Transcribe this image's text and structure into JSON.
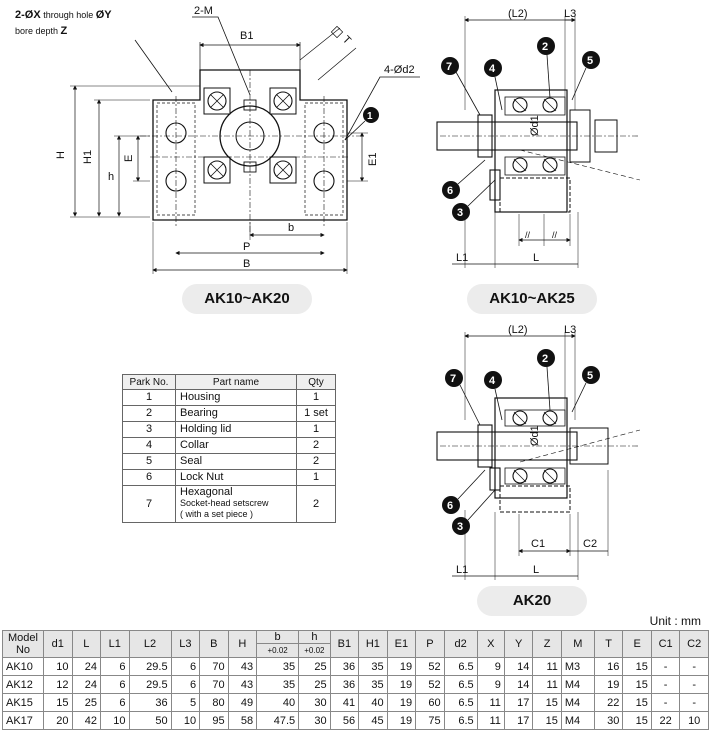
{
  "drawing_left": {
    "hole_note_line1_prefix": "2-ØX",
    "hole_note_line1_mid": " through hole ",
    "hole_note_line1_end": "ØY",
    "hole_note_line2_prefix": "bore depth ",
    "hole_note_line2_end": "Z",
    "label_2m": "2-M",
    "label_b1": "B1",
    "label_t": "T",
    "label_4d2": "4-Ød2",
    "label_h": "H",
    "label_h1": "H1",
    "label_h_small": "h",
    "label_e": "E",
    "label_e1": "E1",
    "label_b_small": "b",
    "label_p": "P",
    "label_b": "B",
    "balloon_1": "1",
    "caption": "AK10~AK20"
  },
  "drawing_right_top": {
    "label_l2": "(L2)",
    "label_l3": "L3",
    "label_d1": "Ød1",
    "label_l1": "L1",
    "label_l": "L",
    "balloons": [
      "7",
      "4",
      "2",
      "5",
      "6",
      "3"
    ],
    "caption": "AK10~AK25"
  },
  "drawing_right_bottom": {
    "label_l2": "(L2)",
    "label_l3": "L3",
    "label_d1": "Ød1",
    "label_c1": "C1",
    "label_c2": "C2",
    "label_l1": "L1",
    "label_l": "L",
    "balloons": [
      "7",
      "4",
      "2",
      "5",
      "6",
      "3"
    ],
    "caption": "AK20"
  },
  "parts_table": {
    "headers": [
      "Park No.",
      "Part name",
      "Qty"
    ],
    "rows": [
      {
        "no": "1",
        "name": "Housing",
        "qty": "1"
      },
      {
        "no": "2",
        "name": "Bearing",
        "qty": "1 set"
      },
      {
        "no": "3",
        "name": "Holding lid",
        "qty": "1"
      },
      {
        "no": "4",
        "name": "Collar",
        "qty": "2"
      },
      {
        "no": "5",
        "name": "Seal",
        "qty": "2"
      },
      {
        "no": "6",
        "name": "Lock Nut",
        "qty": "1"
      }
    ],
    "last_row": {
      "no": "7",
      "name_line1": "Hexagonal",
      "name_line2": "Socket-head setscrew",
      "name_line3": "( with a set piece )",
      "qty": "2"
    }
  },
  "unit_label": "Unit : mm",
  "dims_table": {
    "headers": [
      "Model No",
      "d1",
      "L",
      "L1",
      "L2",
      "L3",
      "B",
      "H",
      "b",
      "h",
      "B1",
      "H1",
      "E1",
      "P",
      "d2",
      "X",
      "Y",
      "Z",
      "M",
      "T",
      "E",
      "C1",
      "C2"
    ],
    "b_tol": "+0.02",
    "h_tol": "+0.02",
    "rows": [
      [
        "AK10",
        "10",
        "24",
        "6",
        "29.5",
        "6",
        "70",
        "43",
        "35",
        "25",
        "36",
        "35",
        "19",
        "52",
        "6.5",
        "9",
        "14",
        "11",
        "M3",
        "16",
        "15",
        "-",
        "-"
      ],
      [
        "AK12",
        "12",
        "24",
        "6",
        "29.5",
        "6",
        "70",
        "43",
        "35",
        "25",
        "36",
        "35",
        "19",
        "52",
        "6.5",
        "9",
        "14",
        "11",
        "M4",
        "19",
        "15",
        "-",
        "-"
      ],
      [
        "AK15",
        "15",
        "25",
        "6",
        "36",
        "5",
        "80",
        "49",
        "40",
        "30",
        "41",
        "40",
        "19",
        "60",
        "6.5",
        "11",
        "17",
        "15",
        "M4",
        "22",
        "15",
        "-",
        "-"
      ],
      [
        "AK17",
        "20",
        "42",
        "10",
        "50",
        "10",
        "95",
        "58",
        "47.5",
        "30",
        "56",
        "45",
        "19",
        "75",
        "6.5",
        "11",
        "17",
        "15",
        "M4",
        "30",
        "15",
        "22",
        "10"
      ]
    ]
  }
}
